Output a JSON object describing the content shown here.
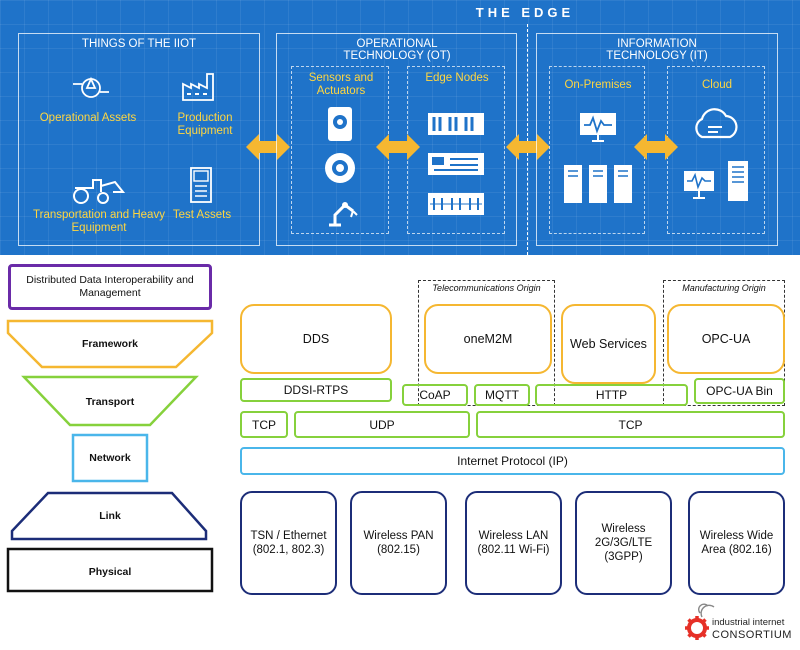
{
  "edge": {
    "title": "THE EDGE"
  },
  "panels": {
    "iiot": {
      "title": "THINGS OF THE IIOT",
      "items": [
        "Operational Assets",
        "Production Equipment",
        "Transportation and Heavy Equipment",
        "Test Assets"
      ]
    },
    "ot": {
      "title": "OPERATIONAL TECHNOLOGY (OT)",
      "subs": [
        "Sensors and Actuators",
        "Edge Nodes"
      ]
    },
    "it": {
      "title": "INFORMATION TECHNOLOGY (IT)",
      "subs": [
        "On-Premises",
        "Cloud"
      ]
    }
  },
  "funnel": {
    "top": "Distributed Data Interoperability and Management",
    "layers": [
      "Framework",
      "Transport",
      "Network",
      "Link",
      "Physical"
    ]
  },
  "protocols": {
    "frameworks": [
      "DDS",
      "oneM2M",
      "Web Services",
      "OPC-UA"
    ],
    "telecom_origin": "Telecommunications Origin",
    "manufacturing_origin": "Manufacturing Origin",
    "transport": [
      "DDSI-RTPS",
      "CoAP",
      "MQTT",
      "HTTP",
      "OPC-UA Bin"
    ],
    "net": [
      "TCP",
      "UDP",
      "TCP"
    ],
    "ip": "Internet Protocol (IP)",
    "link": [
      "TSN / Ethernet (802.1, 802.3)",
      "Wireless PAN (802.15)",
      "Wireless LAN (802.11 Wi-Fi)",
      "Wireless 2G/3G/LTE (3GPP)",
      "Wireless Wide Area (802.16)"
    ]
  },
  "logo": {
    "line1": "industrial internet",
    "line2": "CONSORTIUM"
  },
  "colors": {
    "blue_bg": "#1f73c9",
    "yellow": "#f5b731",
    "green": "#86d13c",
    "cyan": "#4ab6ea",
    "navy": "#1c2d78",
    "purple": "#6a2ba8",
    "logo_red": "#e63027"
  }
}
